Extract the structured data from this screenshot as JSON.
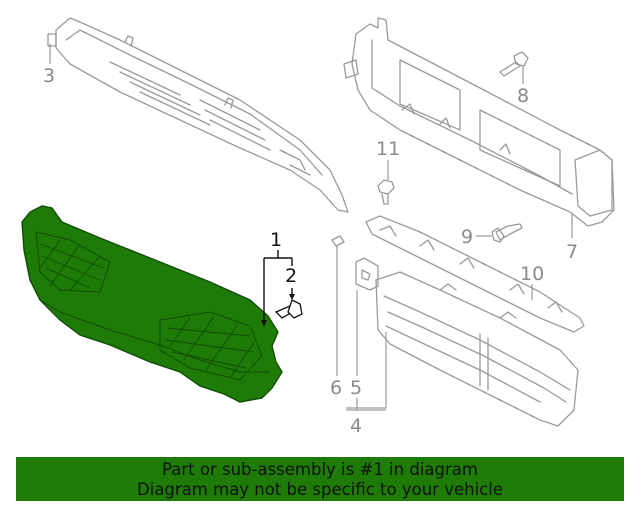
{
  "callouts": {
    "c1": "1",
    "c2": "2",
    "c3": "3",
    "c4": "4",
    "c5": "5",
    "c6": "6",
    "c7": "7",
    "c8": "8",
    "c9": "9",
    "c10": "10",
    "c11": "11"
  },
  "banner": {
    "line1": "Part or sub-assembly is #1 in diagram",
    "line2": "Diagram may not be specific to your vehicle"
  },
  "colors": {
    "highlight_part": "#1e7b07",
    "banner_background": "#1e7b07",
    "line_art": "#9a9a9a",
    "label_gray": "#8a8a8a"
  }
}
